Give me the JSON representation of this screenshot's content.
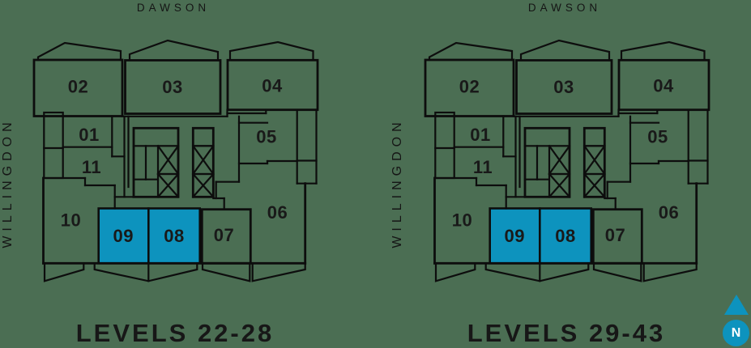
{
  "colors": {
    "background": "#4b6e53",
    "highlight": "#0d93be",
    "wall": "#0d0d0d",
    "text": "#151515",
    "compass_blue": "#0d93be",
    "compass_letter": "#ffffff"
  },
  "streets": {
    "top": "DAWSON",
    "left": "WILLINGDON"
  },
  "units": {
    "u01": "01",
    "u02": "02",
    "u03": "03",
    "u04": "04",
    "u05": "05",
    "u06": "06",
    "u07": "07",
    "u08": "08",
    "u09": "09",
    "u10": "10",
    "u11": "11"
  },
  "highlighted_units": [
    "09",
    "08"
  ],
  "plans": [
    {
      "caption": "LEVELS 22-28"
    },
    {
      "caption": "LEVELS 29-43"
    }
  ],
  "compass": {
    "label": "N",
    "direction": "north"
  }
}
